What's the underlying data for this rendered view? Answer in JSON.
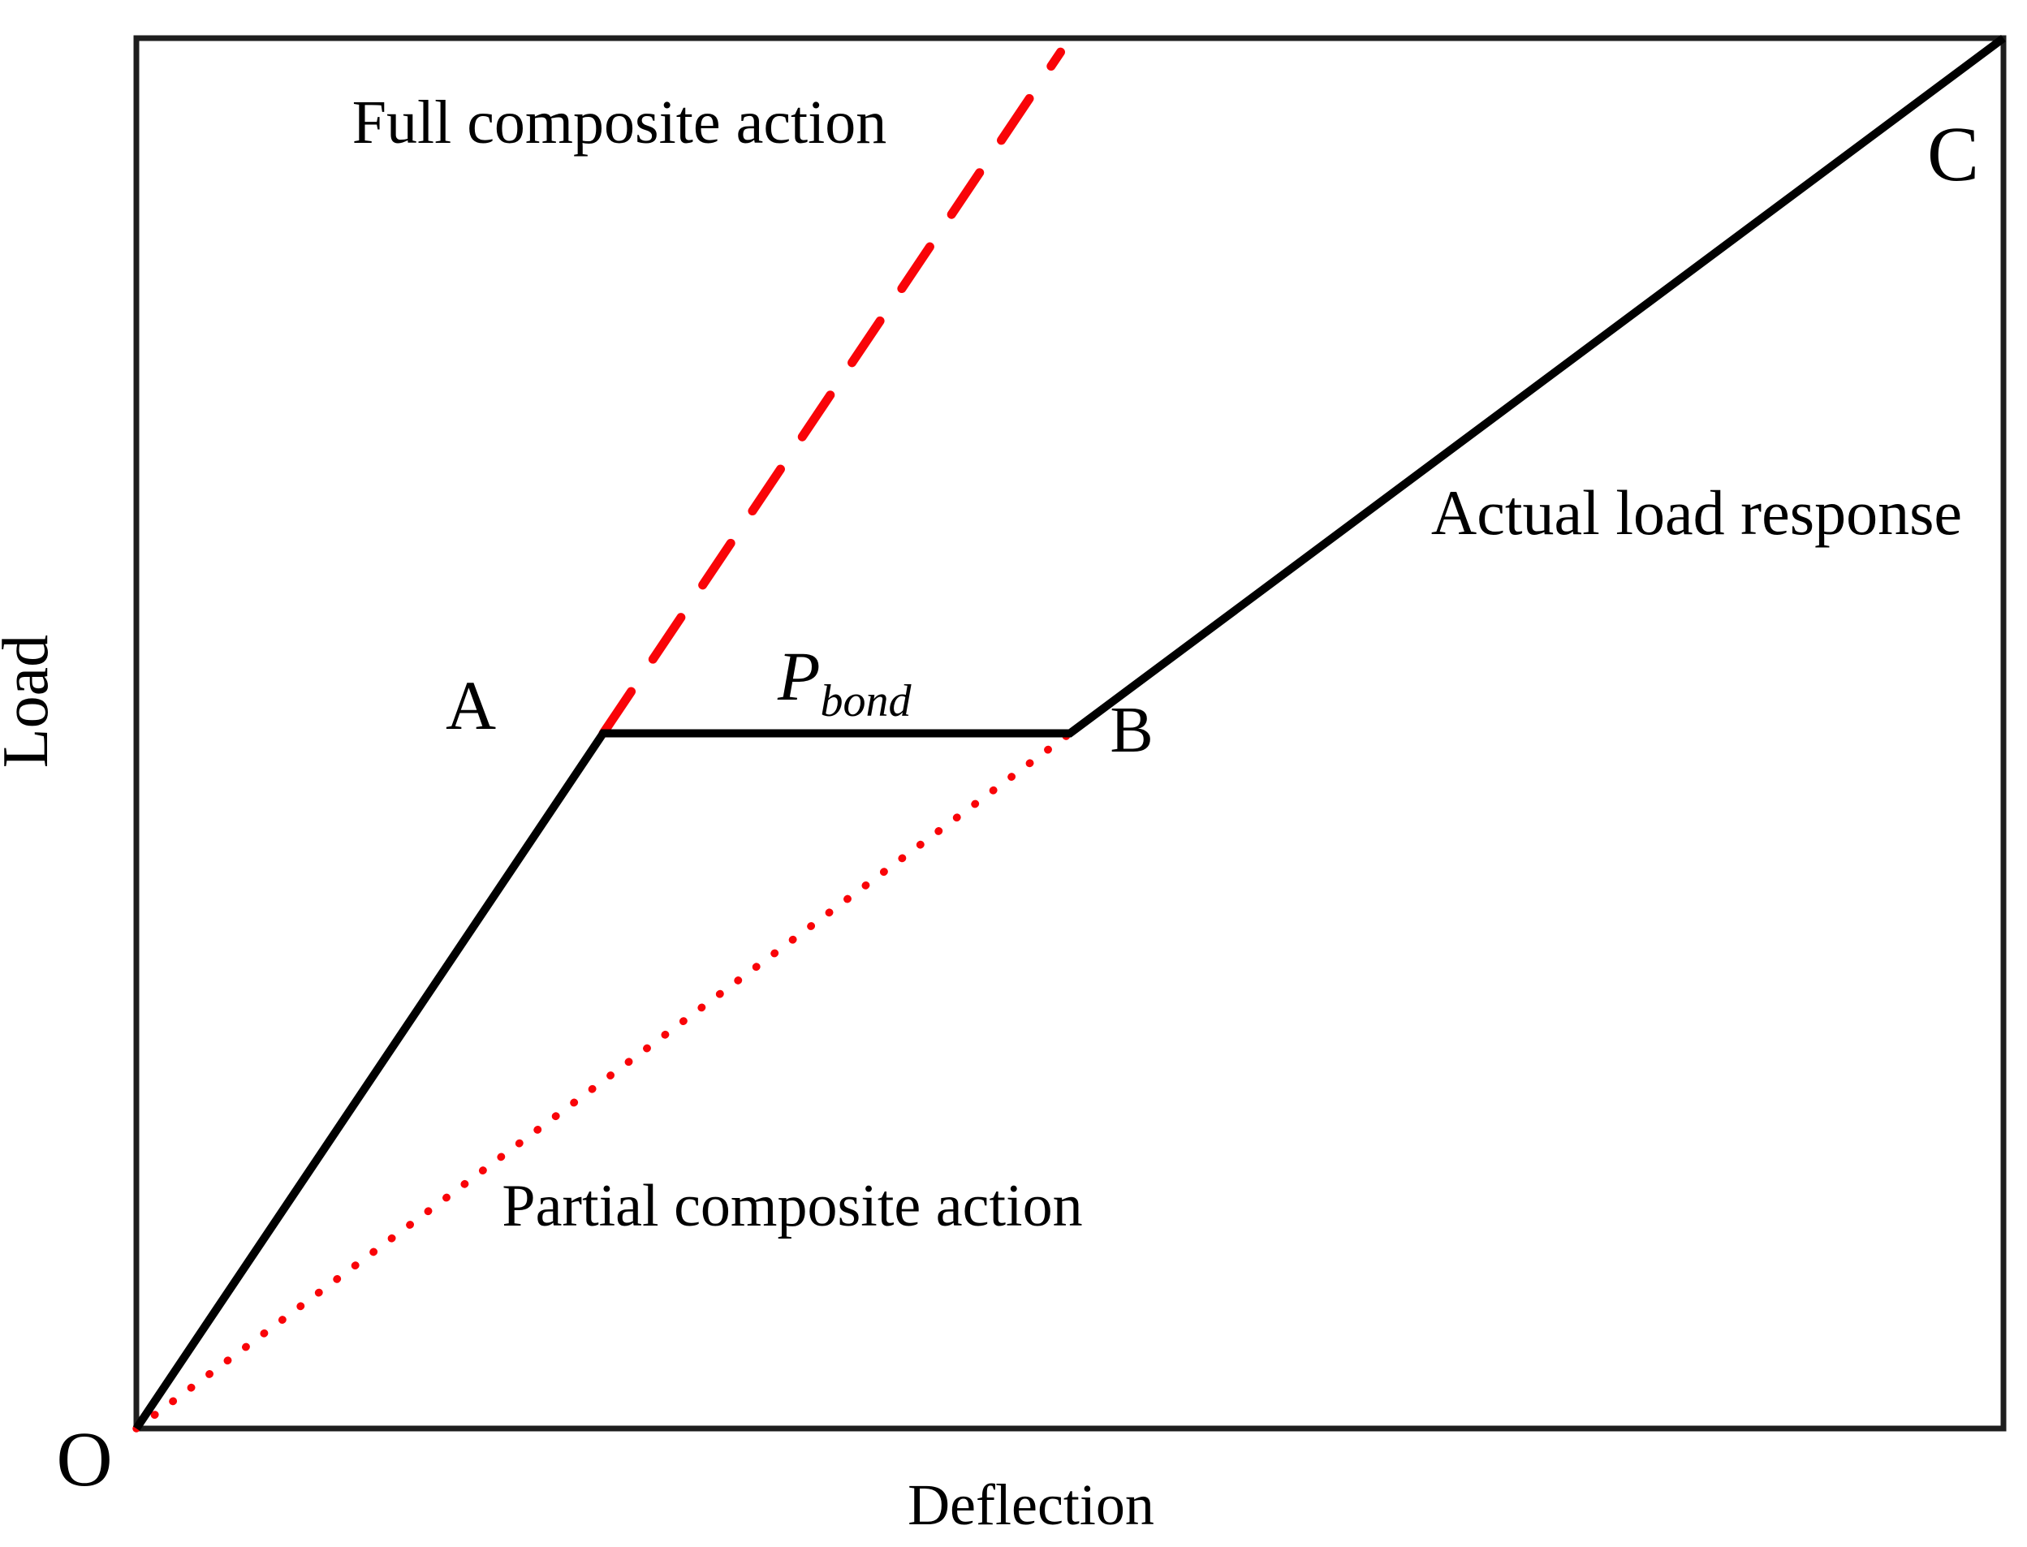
{
  "figure": {
    "background": "#ffffff",
    "colors": {
      "curve_black": "#000000",
      "composite_red": "#f90408",
      "border": "#1e1e1e"
    },
    "axis_labels": {
      "y": "Load",
      "x": "Deflection"
    },
    "point_labels": {
      "origin": "O",
      "a": "A",
      "b": "B",
      "c": "C"
    },
    "annotations": {
      "full_composite": "Full composite action",
      "partial_composite": "Partial composite action",
      "actual_response": "Actual load response",
      "p_bond_main": "P",
      "p_bond_sub": "bond"
    }
  },
  "chart_data": {
    "type": "line",
    "title": "",
    "xlabel": "Deflection",
    "ylabel": "Load",
    "axes_quantitative": false,
    "xlim": [
      0,
      1
    ],
    "ylim": [
      0,
      1
    ],
    "grid": false,
    "legend": "none (inline annotations)",
    "series": [
      {
        "name": "Actual load response",
        "style": "solid",
        "color": "#000000",
        "points": [
          [
            0,
            0
          ],
          [
            0.25,
            0.5
          ],
          [
            0.5,
            0.5
          ],
          [
            1,
            1
          ]
        ],
        "note": "rises O to A, plateau A to B at P_bond, rises B to C parallel to partial composite line"
      },
      {
        "name": "Full composite action",
        "style": "dashed",
        "color": "#f90408",
        "points": [
          [
            0.25,
            0.5
          ],
          [
            0.495,
            0.99
          ]
        ],
        "note": "collinear continuation of segment O-A, slope 2"
      },
      {
        "name": "Partial composite action",
        "style": "dotted",
        "color": "#f90408",
        "points": [
          [
            0,
            0
          ],
          [
            0.5,
            0.5
          ]
        ],
        "note": "straight from origin O to point B, slope 1"
      }
    ],
    "point_markers": [
      {
        "label": "O",
        "x": 0,
        "y": 0
      },
      {
        "label": "A",
        "x": 0.25,
        "y": 0.5
      },
      {
        "label": "B",
        "x": 0.5,
        "y": 0.5
      },
      {
        "label": "C",
        "x": 1,
        "y": 1
      }
    ],
    "annotations": [
      {
        "text": "P_bond",
        "attached_to": "plateau A-B"
      },
      {
        "text": "Full composite action",
        "position": "upper left, above dashed line"
      },
      {
        "text": "Partial composite action",
        "position": "below dotted line, lower middle"
      },
      {
        "text": "Actual load response",
        "position": "right of B-C segment"
      }
    ]
  }
}
